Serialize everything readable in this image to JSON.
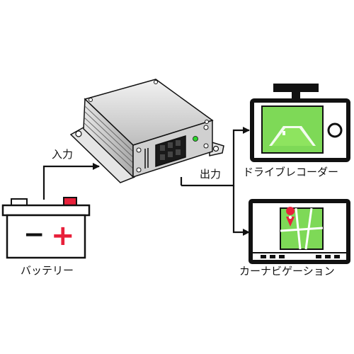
{
  "labels": {
    "input": "入力",
    "output": "出力",
    "battery": "バッテリー",
    "drive_recorder": "ドライブレコーダー",
    "car_navigation": "カーナビゲーション"
  },
  "battery": {
    "minus_symbol": "−",
    "plus_symbol": "+"
  },
  "colors": {
    "stroke": "#111111",
    "plus_terminal": "#e8203a",
    "screen_green": "#7ed957",
    "road_green": "#8ee45f",
    "map_pin": "#e8203a",
    "led_green": "#2fd52f",
    "module_body": "#d9d9d9"
  },
  "icons": {
    "battery": "car-battery-icon",
    "module": "power-converter-module-icon",
    "drive_recorder": "dashcam-icon",
    "car_navigation": "navigation-screen-icon",
    "map_pin": "map-pin-icon"
  }
}
